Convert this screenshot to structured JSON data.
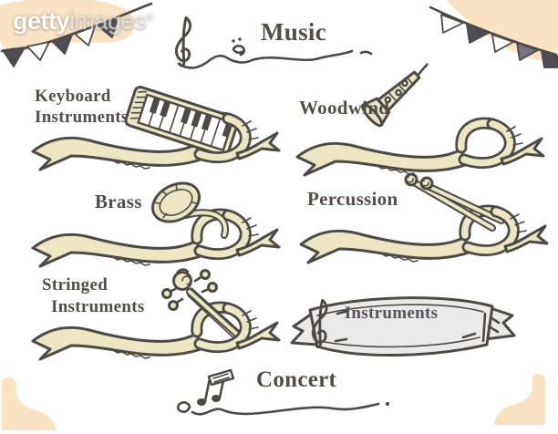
{
  "colors": {
    "paper": "#ffffff",
    "ribbon": "#ece6c3",
    "outline": "#4c4a47",
    "ink": "#514e49",
    "peach": "#fbe2c2",
    "flagdark": "#4e4c55",
    "flagpurple": "#78707f",
    "bannerfill": "#eaeaea",
    "bannerink": "#56545a"
  },
  "watermark": {
    "brand_bold": "getty",
    "brand_light": "images",
    "registered": "®"
  },
  "header": {
    "title": "Music"
  },
  "sections": {
    "keyboard": {
      "line1": "Keyboard",
      "line2": "Instruments"
    },
    "woodwind": {
      "label": "Woodwind"
    },
    "brass": {
      "label": "Brass"
    },
    "percussion": {
      "label": "Percussion"
    },
    "stringed": {
      "line1": "Stringed",
      "line2": "Instruments"
    },
    "banner": {
      "label": "Instruments"
    }
  },
  "footer": {
    "label": "Concert"
  }
}
